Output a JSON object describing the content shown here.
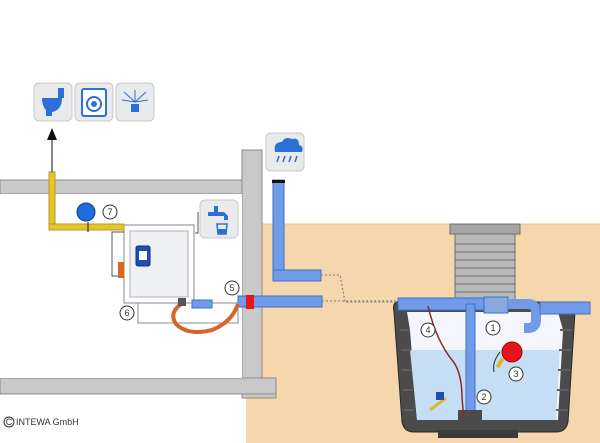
{
  "copyright": {
    "symbol": "C",
    "text": "INTEWA GmbH"
  },
  "usage_icons": [
    {
      "icon": "toilet-icon"
    },
    {
      "icon": "washing-machine-icon"
    },
    {
      "icon": "garden-irrigation-icon"
    }
  ],
  "rain_icon": "rain-cloud-icon",
  "tap_icon": "water-tap-icon",
  "callouts": {
    "one": "1",
    "two": "2",
    "three": "3",
    "four": "4",
    "five": "5",
    "six": "6",
    "seven": "7"
  },
  "colors": {
    "pipe_blue": "#6f9be8",
    "supply_yellow": "#e3c531",
    "hose_orange": "#d9642a",
    "soil": "#f5d6ad",
    "wall_grey": "#c9c9c9",
    "water": "#c6def5",
    "float_red": "#e8141b",
    "pump_blue": "#1d6fe0"
  }
}
